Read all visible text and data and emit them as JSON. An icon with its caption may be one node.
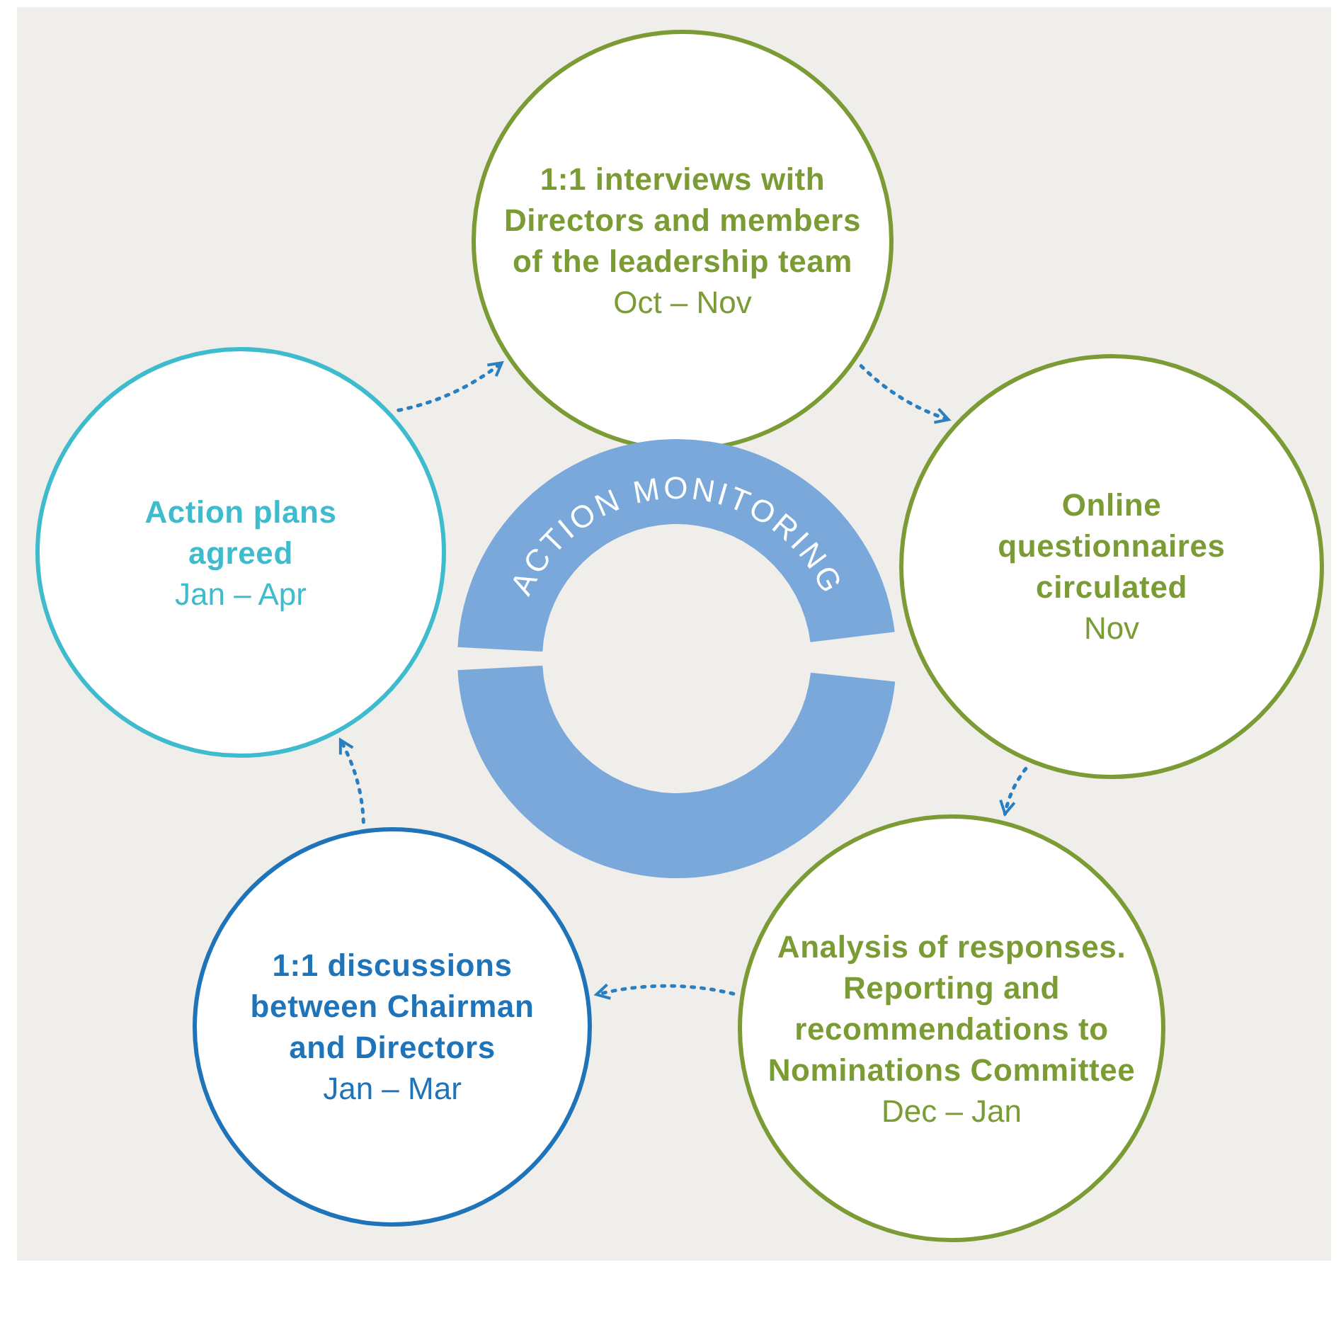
{
  "diagram": {
    "nodes": [
      {
        "text": [
          "1:1 interviews with Directors and members of the leadership team",
          "Oct – Nov"
        ]
      },
      {
        "text": [
          "Online questionnaires circulated",
          "Nov"
        ]
      },
      {
        "text": [
          "Analysis of responses. Reporting and recommendations to Nominations Committee",
          "Dec – Jan"
        ]
      },
      {
        "text": [
          "1:1 discussions between Chairman and Directors",
          "Jan – Mar"
        ]
      },
      {
        "text": [
          "Action plans agreed",
          "Jan – Apr"
        ]
      },
      {
        "text": [
          "ACTION MONITORING"
        ]
      }
    ],
    "edges": [
      {
        "from": 4,
        "to": 0,
        "arrow": "to",
        "style": "dashed"
      },
      {
        "from": 0,
        "to": 1,
        "arrow": "to",
        "style": "dashed"
      },
      {
        "from": 1,
        "to": 2,
        "arrow": "to",
        "style": "dashed"
      },
      {
        "from": 2,
        "to": 3,
        "arrow": "to",
        "style": "dashed"
      },
      {
        "from": 3,
        "to": 4,
        "arrow": "to",
        "style": "dashed"
      }
    ]
  }
}
